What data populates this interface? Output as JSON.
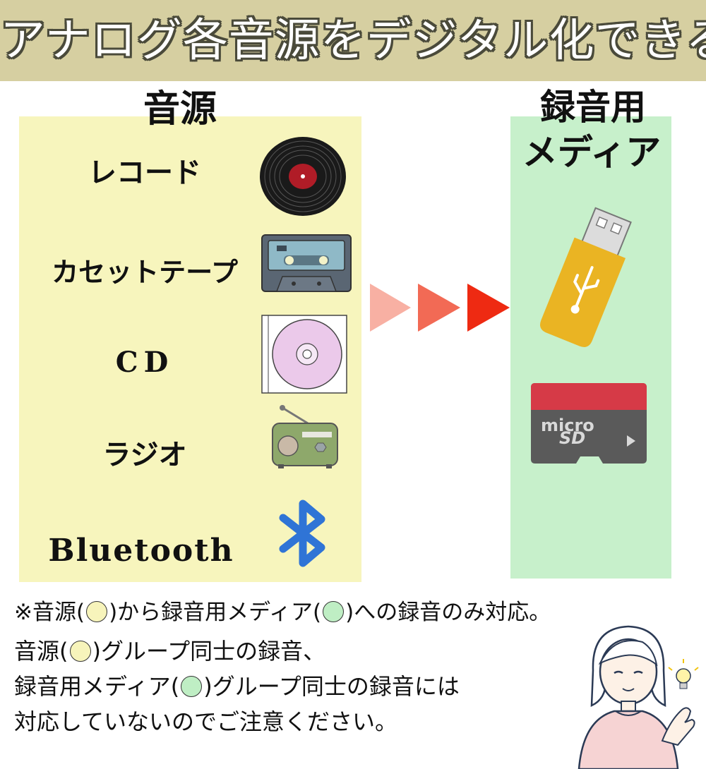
{
  "title": "アナログ各音源をデジタル化できる",
  "source_heading": "音源",
  "media_heading_line1": "録音用",
  "media_heading_line2": "メディア",
  "sources": [
    {
      "label": "レコード",
      "icon": "vinyl-record-icon"
    },
    {
      "label": "カセットテープ",
      "icon": "cassette-tape-icon"
    },
    {
      "label": "CD",
      "icon": "cd-disc-icon"
    },
    {
      "label": "ラジオ",
      "icon": "radio-icon"
    },
    {
      "label": "Bluetooth",
      "icon": "bluetooth-icon"
    }
  ],
  "media": [
    {
      "icon": "usb-flash-drive-icon"
    },
    {
      "icon": "microsd-card-icon",
      "card_text_1": "micro",
      "card_text_2": "SD"
    }
  ],
  "notes": {
    "line1_a": "※音源(",
    "line1_b": ")から録音用メディア(",
    "line1_c": ")への録音のみ対応。",
    "line2_a": "音源(",
    "line2_b": ")グループ同士の録音、",
    "line3_a": "録音用メディア(",
    "line3_b": ")グループ同士の録音には",
    "line4": "対応していないのでご注意ください。"
  },
  "colors": {
    "title_bar": "#d6cfa1",
    "source_panel": "#f7f5bd",
    "media_panel": "#c7f0cb",
    "arrow_1": "#f8b0a3",
    "arrow_2": "#f26a55",
    "arrow_3": "#ee2a12"
  }
}
